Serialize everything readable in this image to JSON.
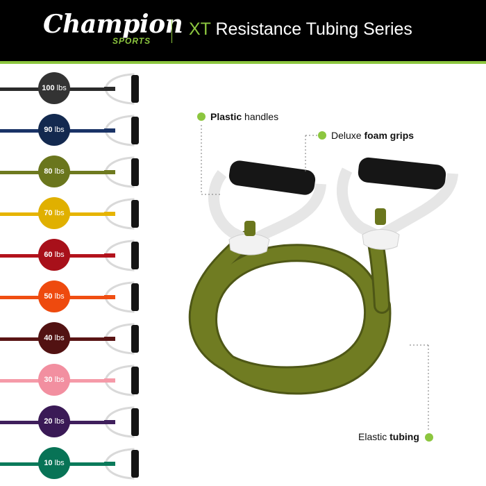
{
  "header": {
    "logo_main": "Champion",
    "logo_sub": "SPORTS",
    "title_prefix": "XT",
    "title_rest": " Resistance Tubing Series"
  },
  "colors": {
    "accent": "#8cc63f",
    "header_bg": "#000000"
  },
  "tubes": [
    {
      "weight": "100",
      "unit": "lbs",
      "color": "#2b2b2b",
      "dot": "#333333"
    },
    {
      "weight": "90",
      "unit": "lbs",
      "color": "#1a3366",
      "dot": "#13294f"
    },
    {
      "weight": "80",
      "unit": "lbs",
      "color": "#6e7a1f",
      "dot": "#6a761d"
    },
    {
      "weight": "70",
      "unit": "lbs",
      "color": "#e6b400",
      "dot": "#e0b000"
    },
    {
      "weight": "60",
      "unit": "lbs",
      "color": "#b3121c",
      "dot": "#a8101a"
    },
    {
      "weight": "50",
      "unit": "lbs",
      "color": "#f04e12",
      "dot": "#ee4a0e"
    },
    {
      "weight": "40",
      "unit": "lbs",
      "color": "#5a1515",
      "dot": "#521212"
    },
    {
      "weight": "30",
      "unit": "lbs",
      "color": "#f59aa8",
      "dot": "#f28fa0"
    },
    {
      "weight": "20",
      "unit": "lbs",
      "color": "#3f1f5c",
      "dot": "#3a1a56"
    },
    {
      "weight": "10",
      "unit": "lbs",
      "color": "#0a7a5a",
      "dot": "#087356"
    }
  ],
  "callouts": {
    "handles": {
      "bold": "Plastic",
      "rest": " handles"
    },
    "grips": {
      "pre": "Deluxe ",
      "bold": "foam grips"
    },
    "tubing": {
      "pre": "Elastic ",
      "bold": "tubing"
    }
  }
}
